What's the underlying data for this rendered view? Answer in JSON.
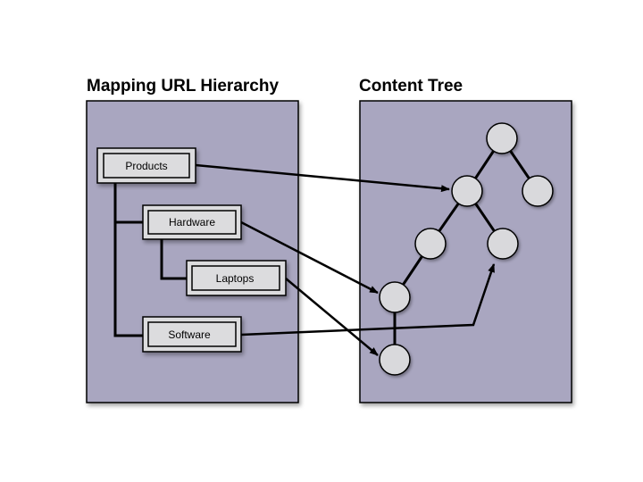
{
  "titles": {
    "left": "Mapping URL Hierarchy",
    "right": "Content Tree"
  },
  "url_hierarchy": {
    "products": "Products",
    "hardware": "Hardware",
    "laptops": "Laptops",
    "software": "Software"
  },
  "colors": {
    "panel_fill": "#a9a6c0",
    "box_fill": "#dcdcde",
    "node_fill": "#d9d9dc",
    "line": "#000000"
  }
}
